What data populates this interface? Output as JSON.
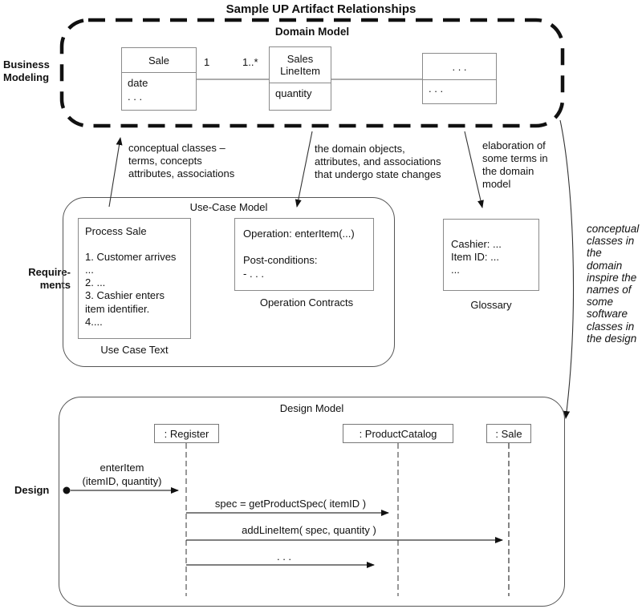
{
  "title": "Sample UP Artifact Relationships",
  "colors": {
    "ink": "#111111",
    "box_border": "#8a8a8a"
  },
  "phases": {
    "business_modeling": "Business\nModeling",
    "requirements": "Require-\nments",
    "design": "Design"
  },
  "domain_model": {
    "label": "Domain Model",
    "multiplicity_left": "1",
    "multiplicity_right": "1..*",
    "classes": {
      "sale": {
        "name": "Sale",
        "attributes": "date\n. . ."
      },
      "sales_line_item": {
        "name": "Sales\nLineItem",
        "attributes": "quantity"
      },
      "other": {
        "name": ". . .",
        "attributes": ". . ."
      }
    }
  },
  "annotations": {
    "conceptual_classes": "conceptual classes –\nterms, concepts\nattributes, associations",
    "domain_objects": "the domain objects,\nattributes, and associations\nthat undergo state changes",
    "elaboration": "elaboration of\nsome terms in\nthe domain\nmodel",
    "side_note": "conceptual\nclasses in\nthe\ndomain\ninspire the\nnames of\nsome\nsoftware\nclasses in\nthe design"
  },
  "use_case_model": {
    "label": "Use-Case Model",
    "use_case_text": {
      "body": "Process Sale\n\n1. Customer arrives\n...\n2. ...\n3. Cashier enters\nitem identifier.\n4....",
      "caption": "Use Case Text"
    },
    "operation_contracts": {
      "body": "Operation: enterItem(...)\n\nPost-conditions:\n- . . .",
      "caption": "Operation Contracts"
    },
    "glossary": {
      "body": "Cashier: ...\nItem ID: ...\n...",
      "caption": "Glossary"
    }
  },
  "design_model": {
    "label": "Design Model",
    "lifelines": [
      ": Register",
      ": ProductCatalog",
      ": Sale"
    ],
    "messages": {
      "enter_item": "enterItem\n(itemID, quantity)",
      "get_product_spec": "spec = getProductSpec( itemID )",
      "add_line_item": "addLineItem( spec, quantity )",
      "more": ". . ."
    }
  }
}
